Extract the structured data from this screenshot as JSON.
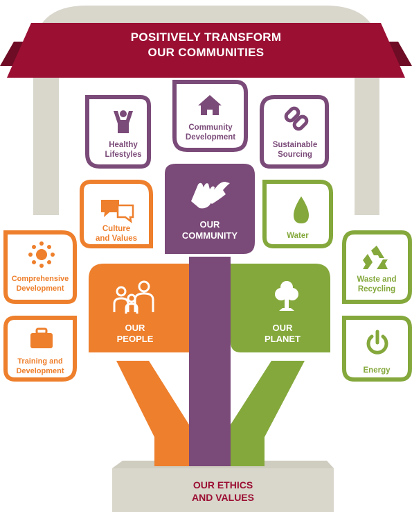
{
  "banner": {
    "line1": "POSITIVELY TRANSFORM",
    "line2": "OUR COMMUNITIES"
  },
  "base": {
    "line1": "OUR ETHICS",
    "line2": "AND VALUES"
  },
  "community": {
    "center": {
      "line1": "OUR",
      "line2": "COMMUNITY",
      "icon": "hands-icon"
    },
    "items": [
      {
        "line1": "Healthy",
        "line2": "Lifestyles",
        "icon": "person-raised-arms-icon"
      },
      {
        "line1": "Community",
        "line2": "Development",
        "icon": "house-icon"
      },
      {
        "line1": "Sustainable",
        "line2": "Sourcing",
        "icon": "chain-link-icon"
      }
    ]
  },
  "people": {
    "center": {
      "line1": "OUR",
      "line2": "PEOPLE",
      "icon": "family-icon"
    },
    "items": [
      {
        "line1": "Culture",
        "line2": "and Values",
        "icon": "speech-bubbles-icon"
      },
      {
        "line1": "Comprehensive",
        "line2": "Development",
        "icon": "sun-icon"
      },
      {
        "line1": "Training and",
        "line2": "Development",
        "icon": "briefcase-icon"
      }
    ]
  },
  "planet": {
    "center": {
      "line1": "OUR",
      "line2": "PLANET",
      "icon": "tree-icon"
    },
    "items": [
      {
        "line1": "Water",
        "icon": "water-drop-icon"
      },
      {
        "line1": "Waste and",
        "line2": "Recycling",
        "icon": "recycle-icon"
      },
      {
        "line1": "Energy",
        "icon": "power-icon"
      }
    ]
  },
  "colors": {
    "maroon": "#9b0f33",
    "purple": "#7a4a78",
    "orange": "#ee7f2c",
    "green": "#84a83b",
    "grey": "#d9d6cc"
  }
}
